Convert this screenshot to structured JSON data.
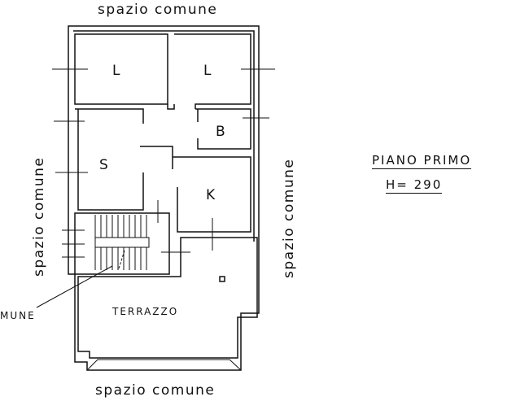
{
  "plan": {
    "title": "PIANO PRIMO",
    "height_label": "H= 290",
    "surroundings": {
      "top": "spazio comune",
      "bottom": "spazio comune",
      "left": "spazio comune",
      "right": "spazio comune"
    },
    "rooms": [
      {
        "id": "bedroom-left",
        "label": "L"
      },
      {
        "id": "bedroom-right",
        "label": "L"
      },
      {
        "id": "bathroom",
        "label": "B"
      },
      {
        "id": "living",
        "label": "S"
      },
      {
        "id": "kitchen",
        "label": "K"
      },
      {
        "id": "terrace",
        "label": "TERRAZZO"
      }
    ],
    "callout": "MUNE"
  }
}
